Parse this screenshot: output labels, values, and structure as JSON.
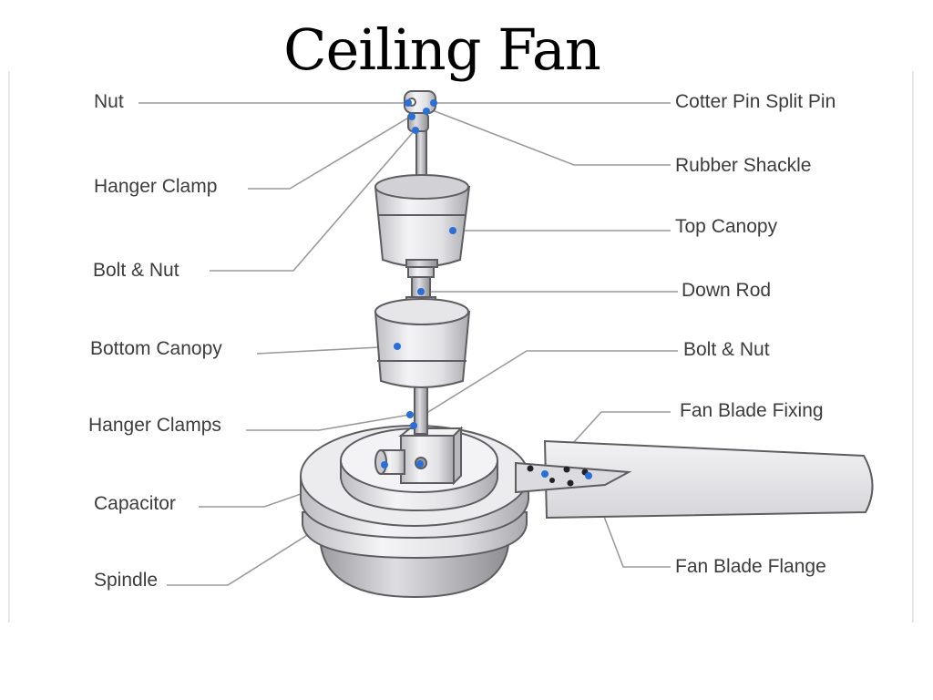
{
  "title": "Ceiling Fan",
  "colors": {
    "leader": "#9a9a9a",
    "marker": "#2a6fd6",
    "part_fill": "#e8e8ea",
    "part_stroke": "#5e5e62"
  },
  "labels_left": [
    "Nut",
    "Hanger Clamp",
    "Bolt & Nut",
    "Bottom Canopy",
    "Hanger Clamps",
    "Capacitor",
    "Spindle"
  ],
  "labels_right": [
    "Cotter Pin Split Pin",
    "Rubber Shackle",
    "Top Canopy",
    "Down Rod",
    "Bolt & Nut",
    "Fan Blade Fixing",
    "Fan Blade Flange"
  ]
}
